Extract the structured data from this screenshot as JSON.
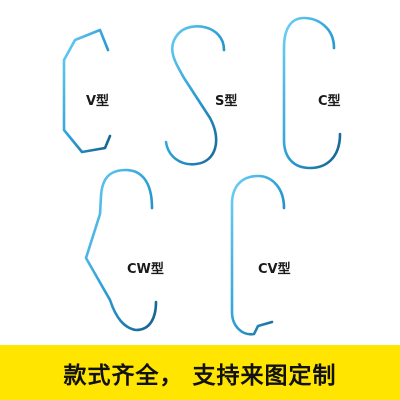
{
  "colors": {
    "wire": "#2b9fd6",
    "wire_dark": "#155f8c",
    "banner_bg": "#ffe500"
  },
  "hooks": [
    {
      "id": "v",
      "label": "V型"
    },
    {
      "id": "s",
      "label": "S型"
    },
    {
      "id": "c",
      "label": "C型"
    },
    {
      "id": "cw",
      "label": "CW型"
    },
    {
      "id": "cv",
      "label": "CV型"
    }
  ],
  "banner": {
    "text": "款式齐全， 支持来图定制"
  }
}
